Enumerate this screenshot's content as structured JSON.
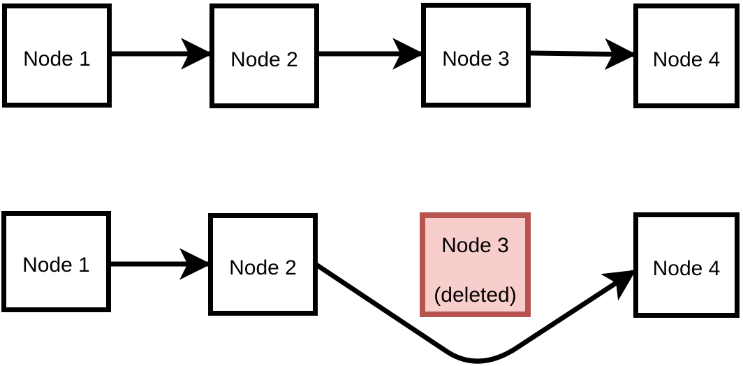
{
  "diagram": {
    "description": "Linked list before and after deletion of a node",
    "colors": {
      "background": "#ffffff",
      "node_fill": "#ffffff",
      "node_border": "#000000",
      "deleted_fill": "#f8cecc",
      "deleted_border": "#b85450",
      "arrow": "#000000",
      "text": "#000000"
    },
    "before": {
      "nodes": [
        {
          "label": "Node 1"
        },
        {
          "label": "Node 2"
        },
        {
          "label": "Node 3"
        },
        {
          "label": "Node 4"
        }
      ],
      "arrows": [
        "Node 1 to Node 2",
        "Node 2 to Node 3",
        "Node 3 to Node 4"
      ]
    },
    "after": {
      "nodes": [
        {
          "label": "Node 1"
        },
        {
          "label": "Node 2"
        },
        {
          "label": "Node 3",
          "sublabel": "(deleted)",
          "status": "deleted"
        },
        {
          "label": "Node 4"
        }
      ],
      "arrows": [
        "Node 1 to Node 2",
        "Node 2 bypasses deleted Node 3 to Node 4"
      ]
    }
  }
}
